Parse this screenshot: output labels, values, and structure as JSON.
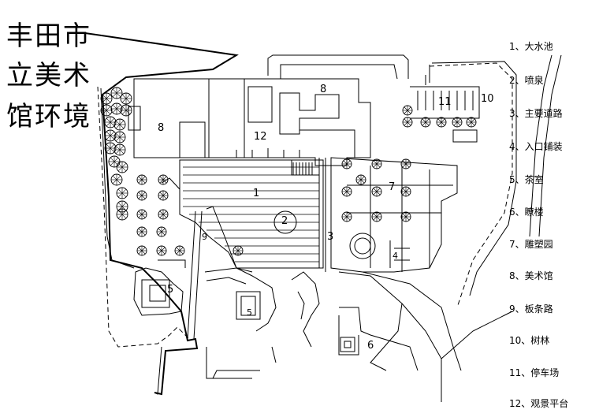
{
  "title": [
    "丰田市",
    "立美术",
    "馆环境"
  ],
  "legend": [
    "1、大水池",
    "2、喷泉",
    "3、主要道路",
    "4、入口铺装",
    "5、茶室",
    "6、瞭楼",
    "7、雕塑园",
    "8、美术馆",
    "9、板条路",
    "10、树林",
    "11、停车场",
    "12、观景平台"
  ],
  "zone_labels": {
    "n1": "1",
    "n2": "2",
    "n3": "3",
    "n4": "4",
    "n5a": "5",
    "n5b": "5",
    "n6": "6",
    "n7": "7",
    "n8a": "8",
    "n8b": "8",
    "n9": "9",
    "n10": "10",
    "n11": "11",
    "n12": "12"
  },
  "colors": {
    "line": "#000000",
    "background": "#ffffff"
  }
}
